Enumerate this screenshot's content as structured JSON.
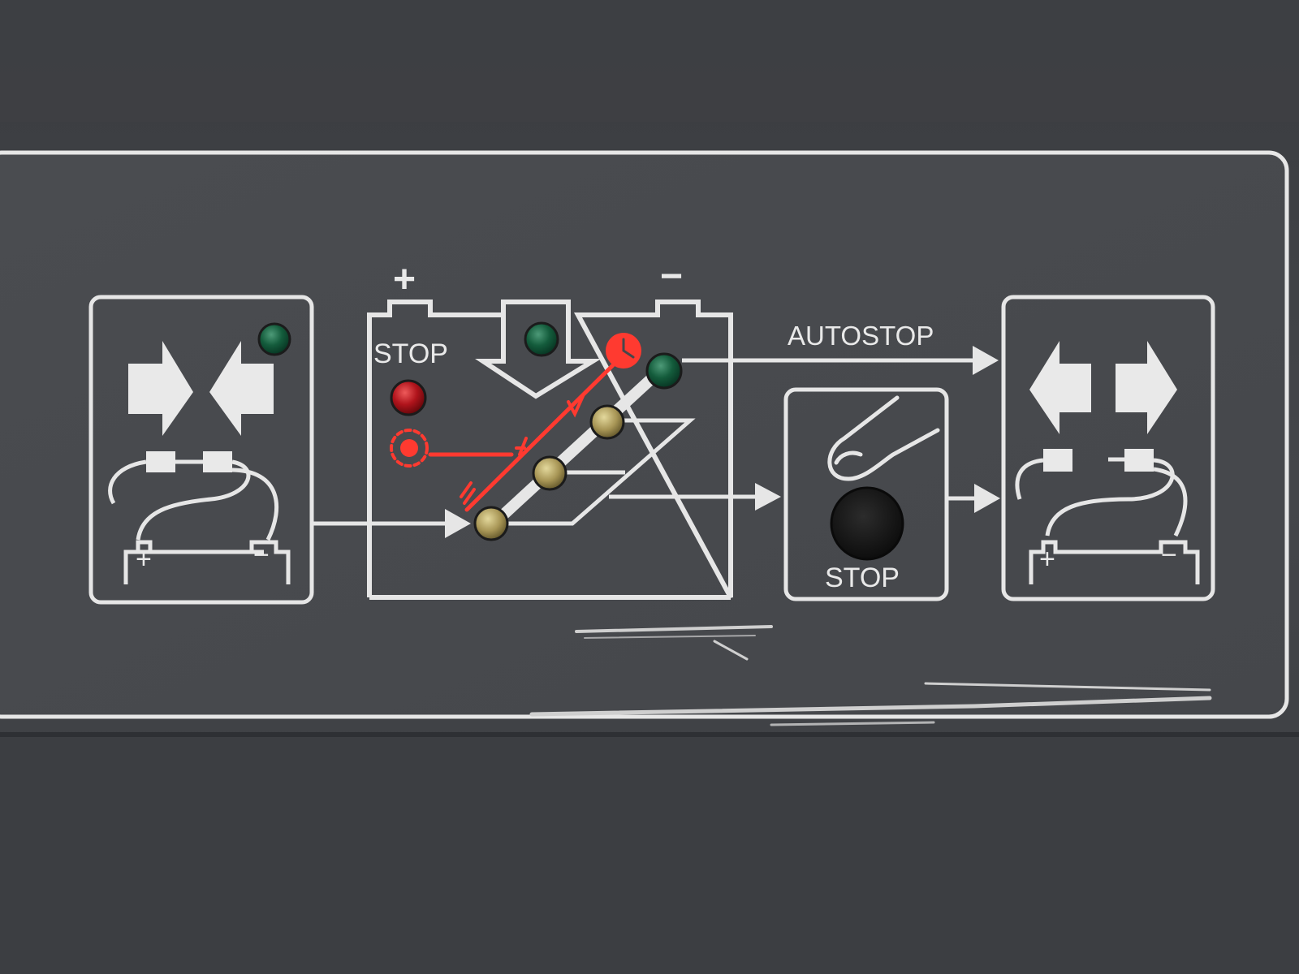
{
  "panel": {
    "label_stop_top": "STOP",
    "label_autostop": "AUTOSTOP",
    "label_stop_button": "STOP",
    "symbol_plus": "+",
    "symbol_minus": "−"
  },
  "colors": {
    "panel_bg": "#45474b",
    "housing_bg": "#37393d",
    "line": "#e6e6e6",
    "led_green": "#0f5a3a",
    "led_red": "#b0141c",
    "led_amber": "#a89656",
    "red_diagram": "#ff3a30",
    "button": "#151515"
  },
  "icons": [
    "cables-connect-icon",
    "battery-charging-icon",
    "finger-press-icon",
    "cables-disconnect-icon"
  ]
}
